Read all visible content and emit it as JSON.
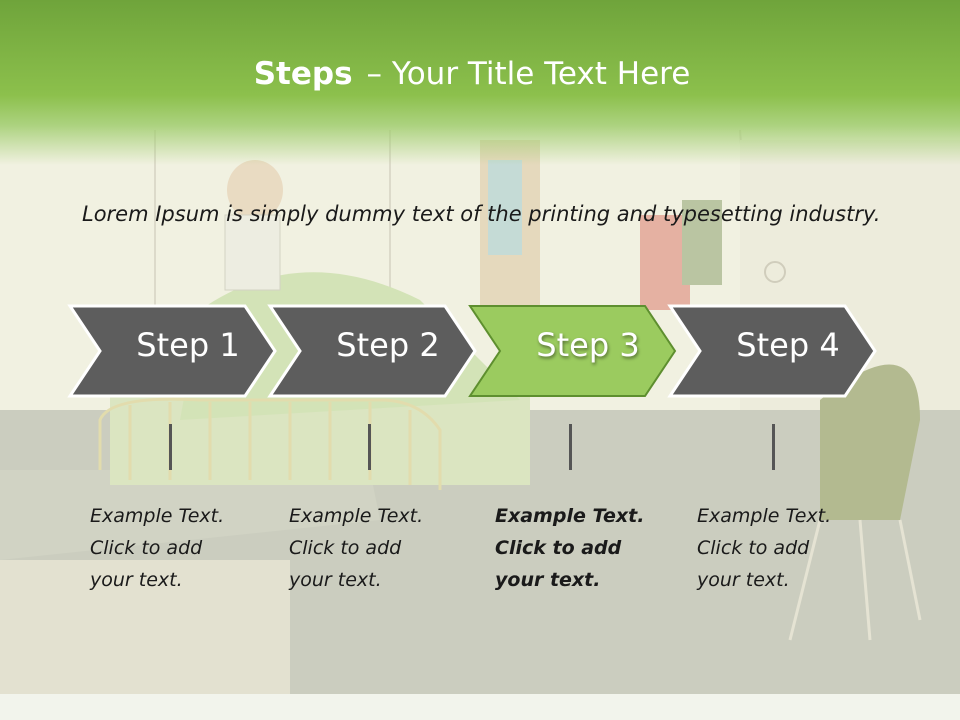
{
  "slide": {
    "title_bold": "Steps",
    "title_rest": "– Your Title Text Here",
    "intro": "Lorem Ipsum is simply dummy text of the printing and typesetting industry."
  },
  "steps": [
    {
      "label": "Step 1",
      "text_lines": [
        "Example Text.",
        "Click  to add",
        "your text."
      ],
      "active": false
    },
    {
      "label": "Step 2",
      "text_lines": [
        "Example Text.",
        "Click  to add",
        "your text."
      ],
      "active": false
    },
    {
      "label": "Step 3",
      "text_lines": [
        "Example Text.",
        "Click  to add",
        "your text."
      ],
      "active": true
    },
    {
      "label": "Step 4",
      "text_lines": [
        "Example Text.",
        "Click  to add",
        "your text."
      ],
      "active": false
    }
  ],
  "colors": {
    "accent_green": "#8cc04c",
    "arrow_gray": "#5d5d5d",
    "active_green": "#9bcb5f"
  },
  "background_image": "hospital-room-cartoon"
}
